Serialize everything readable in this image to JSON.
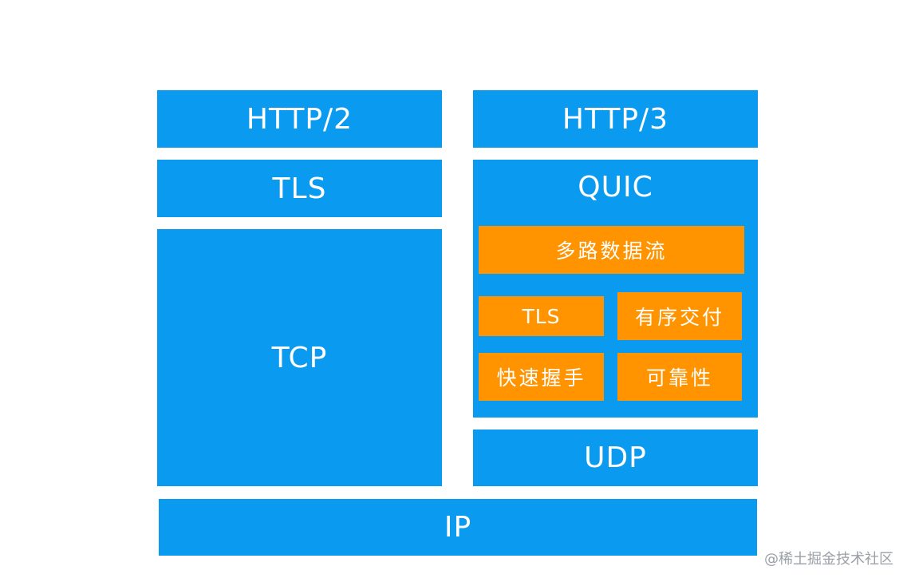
{
  "colors": {
    "blue": "#0a9bf0",
    "orange": "#ff9400",
    "text": "#ffffff",
    "watermark": "#9aa0a6"
  },
  "left_stack": {
    "http2": "HTTP/2",
    "tls": "TLS",
    "tcp": "TCP"
  },
  "right_stack": {
    "http3": "HTTP/3",
    "quic": {
      "label": "QUIC",
      "features": {
        "streams": "多路数据流",
        "tls": "TLS",
        "ordered": "有序交付",
        "handshake": "快速握手",
        "reliability": "可靠性"
      }
    },
    "udp": "UDP"
  },
  "base": {
    "ip": "IP"
  },
  "watermark": "@稀土掘金技术社区"
}
